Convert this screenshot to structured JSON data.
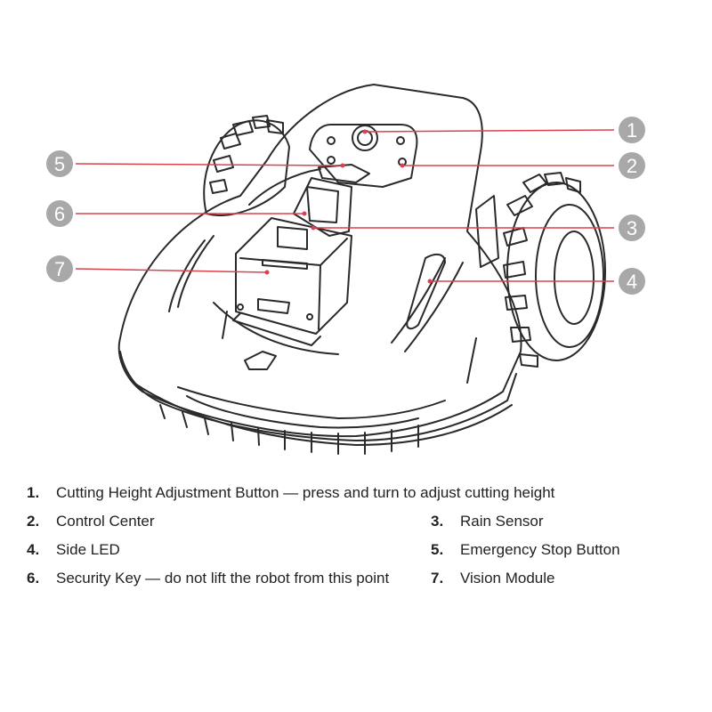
{
  "diagram": {
    "callouts": [
      {
        "number": "1"
      },
      {
        "number": "2"
      },
      {
        "number": "3"
      },
      {
        "number": "4"
      },
      {
        "number": "5"
      },
      {
        "number": "6"
      },
      {
        "number": "7"
      }
    ]
  },
  "legend": {
    "items": [
      {
        "number": "1.",
        "text": "Cutting Height Adjustment Button — press and turn to adjust cutting height"
      },
      {
        "number": "2.",
        "text": "Control Center"
      },
      {
        "number": "3.",
        "text": "Rain Sensor"
      },
      {
        "number": "4.",
        "text": "Side LED"
      },
      {
        "number": "5.",
        "text": "Emergency Stop Button"
      },
      {
        "number": "6.",
        "text": "Security Key — do not lift the robot from this point"
      },
      {
        "number": "7.",
        "text": "Vision Module"
      }
    ]
  },
  "colors": {
    "callout_badge": "#a8a8a8",
    "leader_line": "#d9434e",
    "outline": "#2a2a2a"
  }
}
